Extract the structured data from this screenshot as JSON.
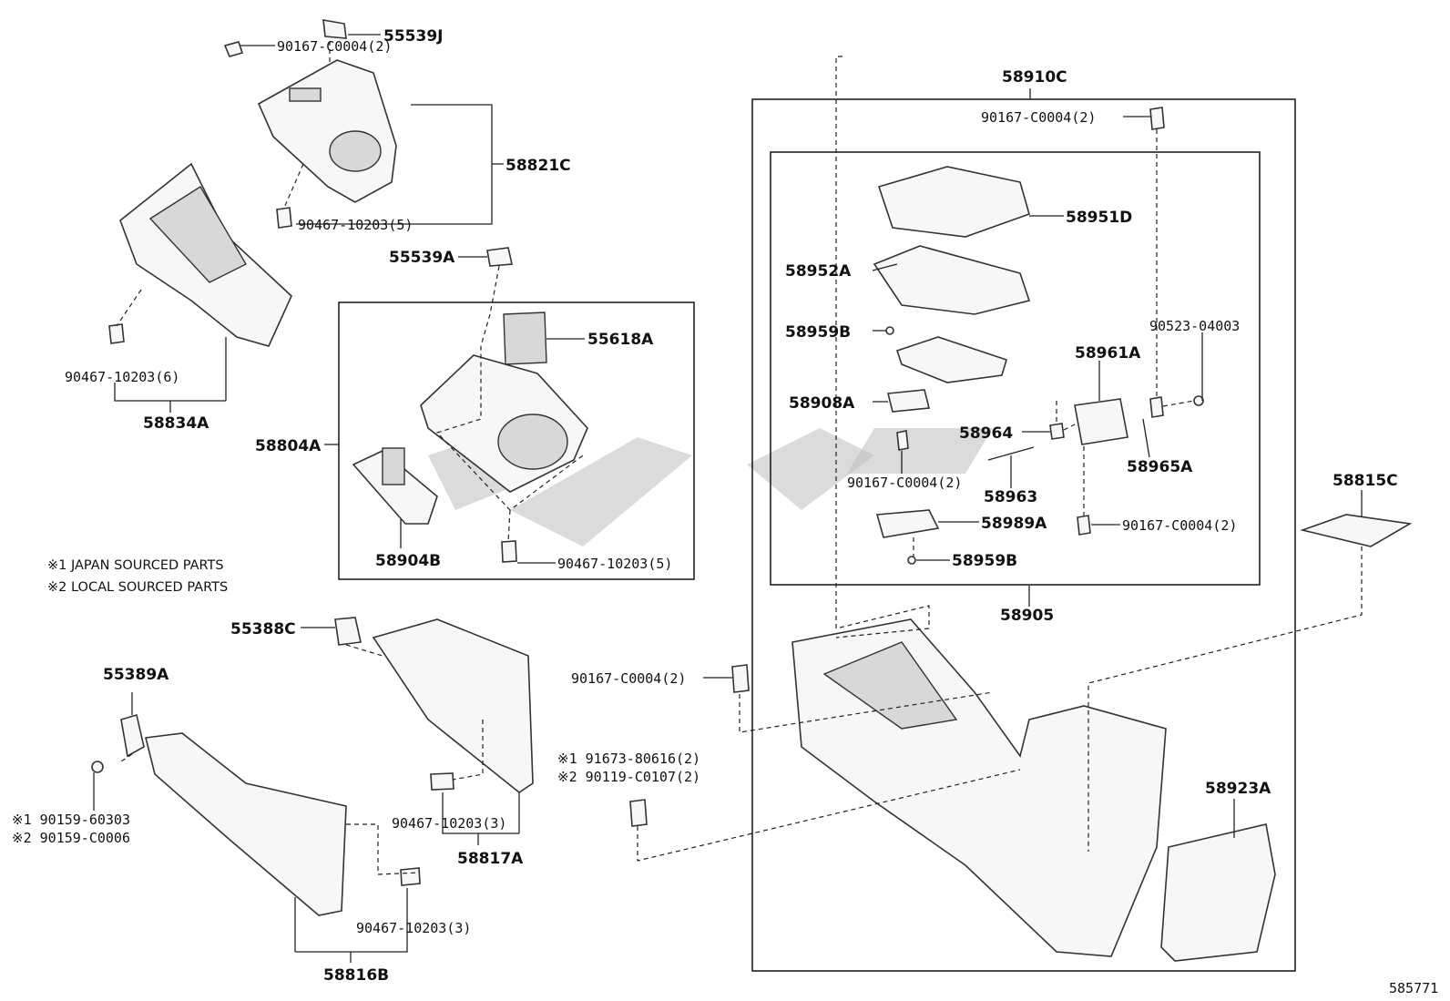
{
  "labels": {
    "p55539J": "55539J",
    "p58821C": "58821C",
    "p90467_5a": "90467-10203(5)",
    "p55539A": "55539A",
    "p55618A": "55618A",
    "p58804A": "58804A",
    "p58904B": "58904B",
    "p90467_5b": "90467-10203(5)",
    "p90467_6": "90467-10203(6)",
    "p58834A": "58834A",
    "p55388C": "55388C",
    "p55389A": "55389A",
    "p90159_1": "※1 90159-60303",
    "p90159_2": "※2 90159-C0006",
    "p90467_3a": "90467-10203(3)",
    "p58817A": "58817A",
    "p90467_3b": "90467-10203(3)",
    "p58816B": "58816B",
    "p90167_top": "90167-C0004(2)",
    "p58910C": "58910C",
    "p90167_right": "90167-C0004(2)",
    "p58951D": "58951D",
    "p58952A": "58952A",
    "p58959B_a": "58959B",
    "p90523": "90523-04003",
    "p58961A": "58961A",
    "p58908A": "58908A",
    "p58964": "58964",
    "p58965A": "58965A",
    "p90167_mid": "90167-C0004(2)",
    "p58963": "58963",
    "p58989A": "58989A",
    "p90167_low": "90167-C0004(2)",
    "p58959B_b": "58959B",
    "p58815C": "58815C",
    "p58905": "58905",
    "p90167_left": "90167-C0004(2)",
    "p91673": "※1 91673-80616(2)",
    "p90119": "※2 90119-C0107(2)",
    "p58923A": "58923A",
    "ref": "585771"
  },
  "notes": {
    "japan": "※1 JAPAN SOURCED PARTS",
    "local": "※2 LOCAL SOURCED PARTS"
  }
}
